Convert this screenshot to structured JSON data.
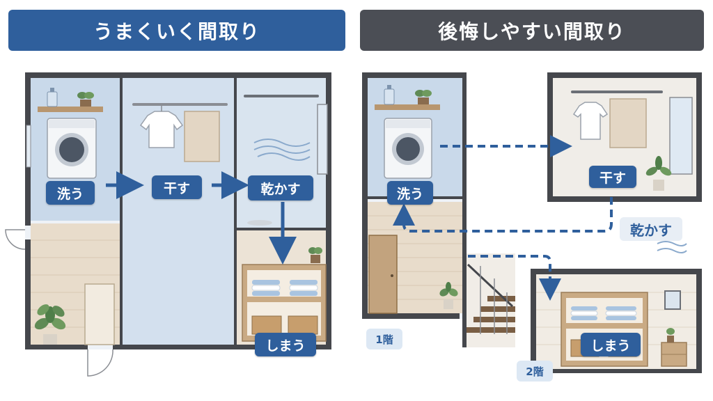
{
  "headers": {
    "good": "うまくいく間取り",
    "bad": "後悔しやすい間取り"
  },
  "good_plan": {
    "labels": {
      "wash": "洗う",
      "hang": "干す",
      "dry": "乾かす",
      "store": "しまう"
    }
  },
  "bad_plan": {
    "labels": {
      "wash": "洗う",
      "hang": "干す",
      "dry": "乾かす",
      "store": "しまう"
    },
    "floors": {
      "first": "1階",
      "second": "2階"
    }
  },
  "colors": {
    "accent_blue": "#2f5f9c",
    "dark_gray": "#4b4e55",
    "wall": "#45474c",
    "room_blue": "#c9d9ea",
    "floor_wood": "#e8dccb",
    "wood": "#b8966f"
  },
  "icons": [
    "washing-machine-icon",
    "tshirt-icon",
    "towel-icon",
    "plant-icon",
    "towel-stack-icon",
    "basket-icon",
    "door-icon",
    "window-icon",
    "stairs-icon",
    "wind-icon"
  ]
}
